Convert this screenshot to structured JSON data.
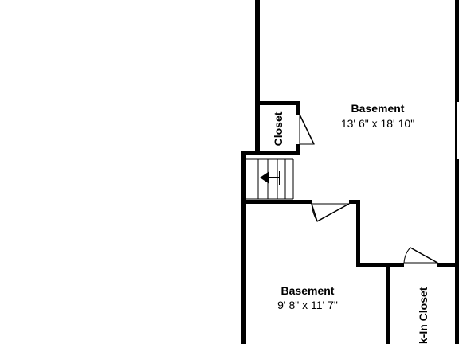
{
  "floor_plan": {
    "rooms": [
      {
        "name": "Basement",
        "dimensions": "13' 6\" x 18' 10\""
      },
      {
        "name": "Closet"
      },
      {
        "name": "Basement",
        "dimensions": "9' 8\" x 11' 7\""
      },
      {
        "name": "lk-In Closet"
      }
    ],
    "colors": {
      "wall": "#000000",
      "background": "#ffffff"
    }
  }
}
